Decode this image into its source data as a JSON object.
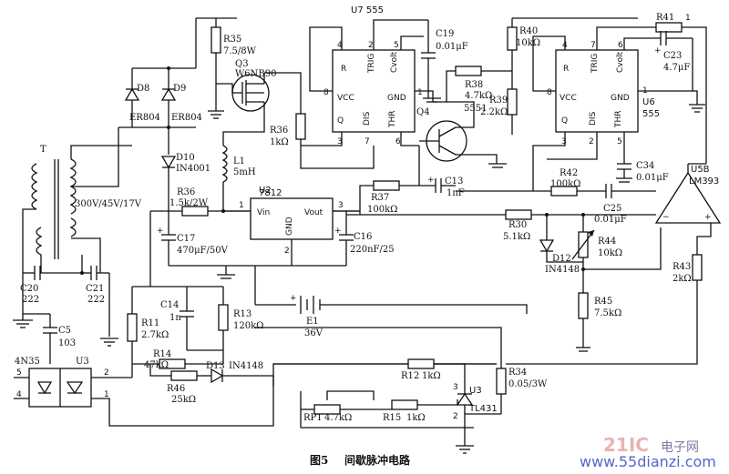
{
  "caption": {
    "fig": "图5",
    "title": "间歇脉冲电路"
  },
  "watermark": {
    "logo": "21IC",
    "cn": "电子网",
    "url": "www.55dianzi.com"
  },
  "chips": {
    "u7": "U7 555",
    "u6_name": "U6",
    "u6_type": "555",
    "u2_name": "U2",
    "u2_type": "7812",
    "u5_name": "U5B",
    "u5_type": "LM393",
    "u3_name": "U3",
    "u3_type": "TL431",
    "oc_name": "4N35",
    "oc_u": "U3"
  },
  "pins555": {
    "r": "R",
    "trig": "TRIG",
    "cvolt": "Cvolt",
    "vcc": "VCC",
    "gnd": "GND",
    "q": "Q",
    "dis": "DIS",
    "thr": "THR"
  },
  "pins7812": {
    "vin": "Vin",
    "vout": "Vout",
    "gnd": "GND"
  },
  "pinnums": {
    "p1": "1",
    "p2": "2",
    "p3": "3",
    "p4": "4",
    "p5": "5",
    "p6": "6",
    "p7": "7",
    "p8": "8"
  },
  "transformer": {
    "name": "T",
    "rating": "300V/45V/17V"
  },
  "battery": {
    "name": "E1",
    "value": "36V"
  },
  "mosfet": {
    "name": "Q3",
    "type": "W6NB90"
  },
  "bjt": {
    "name": "Q4",
    "type": "5551"
  },
  "inductor": {
    "name": "L1",
    "value": "5mH"
  },
  "parts": {
    "r35": "R35",
    "r35v": "7.5/8W",
    "r36a": "R36",
    "r36av": "1kΩ",
    "r36b": "R36",
    "r36bv": "1.5k/2W",
    "r37": "R37",
    "r37v": "100kΩ",
    "r38": "R38",
    "r38v": "4.7kΩ",
    "r39": "R39",
    "r39v": "2.2kΩ",
    "r40": "R40",
    "r40v": "10kΩ",
    "r41": "R41",
    "r42": "R42",
    "r42v": "100kΩ",
    "r30": "R30",
    "r30v": "5.1kΩ",
    "r44": "R44",
    "r44v": "10kΩ",
    "r45": "R45",
    "r45v": "7.5kΩ",
    "r43": "R43",
    "r43v": "2kΩ",
    "r34": "R34",
    "r34v": "0.05/3W",
    "r11": "R11",
    "r11v": "2.7kΩ",
    "r13": "R13",
    "r13v": "120kΩ",
    "r14": "R14",
    "r14v": "47kΩ",
    "r46": "R46",
    "r46v": "25kΩ",
    "r12": "R12",
    "r12v": "1kΩ",
    "r15": "R15",
    "r15v": "1kΩ",
    "rp1": "RP1",
    "rp1v": "4.7kΩ",
    "c19": "C19",
    "c19v": "0.01μF",
    "c23": "C23",
    "c23v": "4.7μF",
    "c13": "C13",
    "c13v": "1nF",
    "c34": "C34",
    "c34v": "0.01μF",
    "c25": "C25",
    "c25v": "0.01μF",
    "c17": "C17",
    "c17v": "470μF/50V",
    "c16": "C16",
    "c16v": "220nF/25",
    "c20": "C20",
    "c20v": "222",
    "c21": "C21",
    "c21v": "222",
    "c5": "C5",
    "c5v": "103",
    "c14": "C14",
    "c14v": "1n",
    "d8": "D8",
    "d8v": "ER804",
    "d9": "D9",
    "d9v": "ER804",
    "d10": "D10",
    "d10v": "IN4001",
    "d12": "D12",
    "d12v": "IN4148",
    "d13": "D13",
    "d13v": "IN4148"
  }
}
